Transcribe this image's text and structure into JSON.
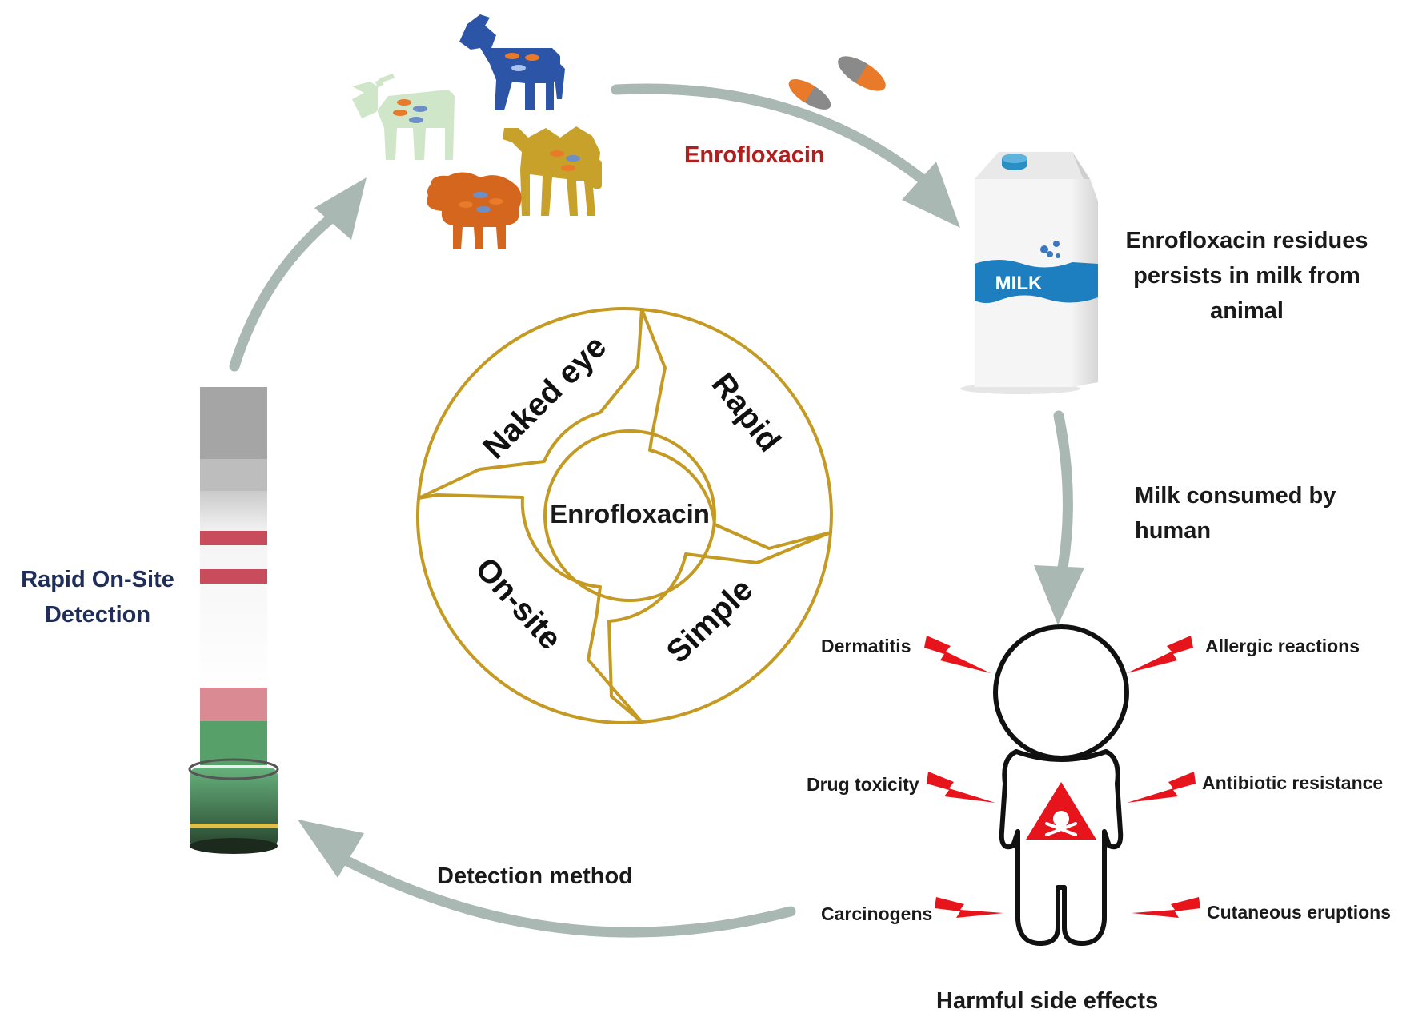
{
  "labels": {
    "enrofloxacin_drug": "Enrofloxacin",
    "milk_residues": [
      "Enrofloxacin residues",
      "persists in milk from",
      "animal"
    ],
    "milk_consumed": [
      "Milk consumed by",
      "human"
    ],
    "harmful_side_effects": "Harmful side effects",
    "detection_method": "Detection method",
    "rapid_onsite": [
      "Rapid On-Site",
      "Detection"
    ],
    "milk_carton": "MILK"
  },
  "wheel": {
    "center": "Enrofloxacin",
    "segments": [
      "Naked eye",
      "Rapid",
      "Simple",
      "On-site"
    ]
  },
  "side_effects": {
    "left": [
      "Dermatitis",
      "Drug toxicity",
      "Carcinogens"
    ],
    "right": [
      "Allergic reactions",
      "Antibiotic resistance",
      "Cutaneous eruptions"
    ]
  },
  "colors": {
    "arrow": "#a9b8b2",
    "drug_label": "#b01e1e",
    "detection_label": "#1f2d5a",
    "wheel_stroke": "#c49a22",
    "lightning": "#e8141c",
    "cow": "#cfe6c8",
    "goat": "#2c55a8",
    "camel": "#c7a12a",
    "sheep": "#d4661e"
  }
}
